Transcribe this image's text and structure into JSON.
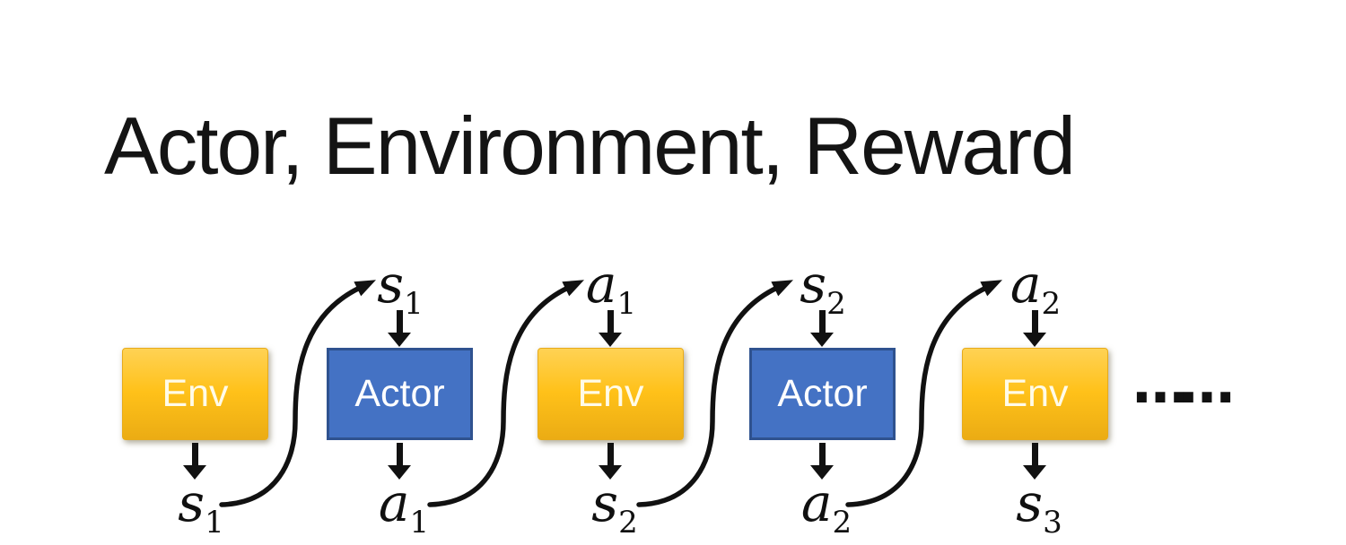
{
  "title": "Actor, Environment, Reward",
  "diagram": {
    "boxes": [
      {
        "label": "Env",
        "type": "env"
      },
      {
        "label": "Actor",
        "type": "actor"
      },
      {
        "label": "Env",
        "type": "env"
      },
      {
        "label": "Actor",
        "type": "actor"
      },
      {
        "label": "Env",
        "type": "env"
      }
    ],
    "top_labels": [
      {
        "base": "s",
        "sub": "1"
      },
      {
        "base": "a",
        "sub": "1"
      },
      {
        "base": "s",
        "sub": "2"
      },
      {
        "base": "a",
        "sub": "2"
      }
    ],
    "bottom_labels": [
      {
        "base": "s",
        "sub": "1"
      },
      {
        "base": "a",
        "sub": "1"
      },
      {
        "base": "s",
        "sub": "2"
      },
      {
        "base": "a",
        "sub": "2"
      },
      {
        "base": "s",
        "sub": "3"
      }
    ],
    "ellipsis": "……",
    "colors": {
      "env_gradient_top": "#FFD254",
      "env_gradient_bottom": "#EBAC14",
      "actor_fill": "#4472C4",
      "actor_border": "#2F528F",
      "arrow": "#111111",
      "text": "#141414"
    }
  }
}
